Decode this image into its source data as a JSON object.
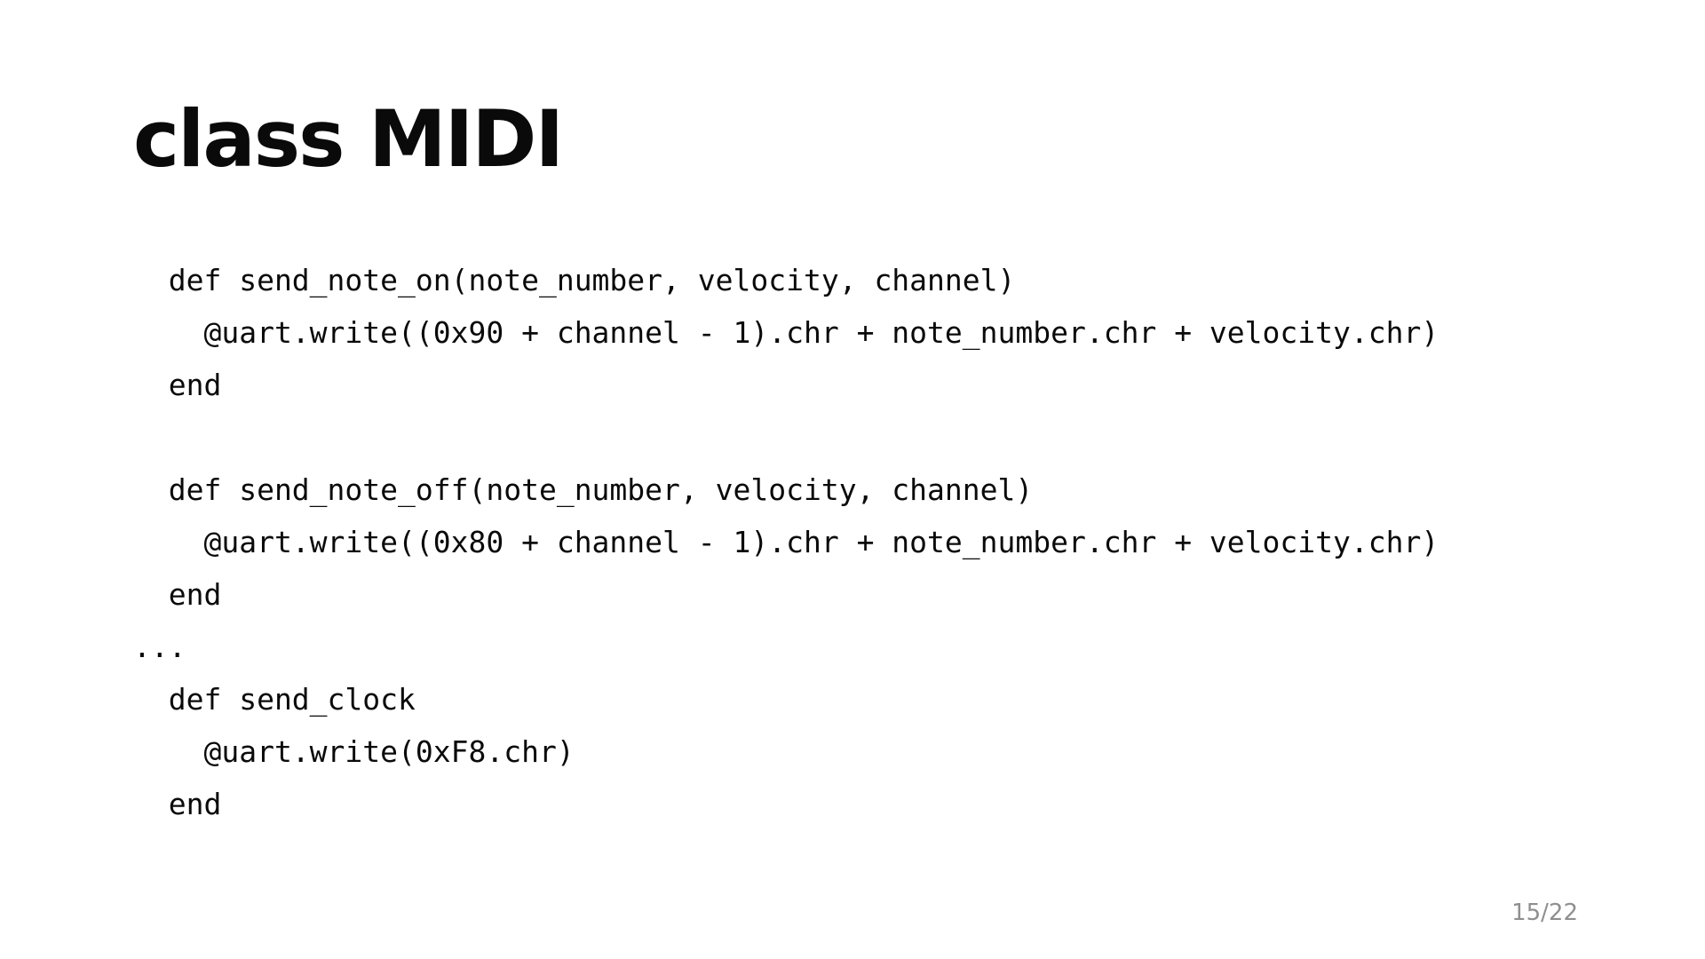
{
  "slide": {
    "title": "class MIDI",
    "code_lines": [
      "  def send_note_on(note_number, velocity, channel)",
      "    @uart.write((0x90 + channel - 1).chr + note_number.chr + velocity.chr)",
      "  end",
      "",
      "  def send_note_off(note_number, velocity, channel)",
      "    @uart.write((0x80 + channel - 1).chr + note_number.chr + velocity.chr)",
      "  end",
      "...",
      "  def send_clock",
      "    @uart.write(0xF8.chr)",
      "  end"
    ],
    "page_number": "15/22",
    "colors": {
      "background": "#ffffff",
      "text": "#0a0a0a",
      "page_number": "#8f8f8f"
    }
  }
}
